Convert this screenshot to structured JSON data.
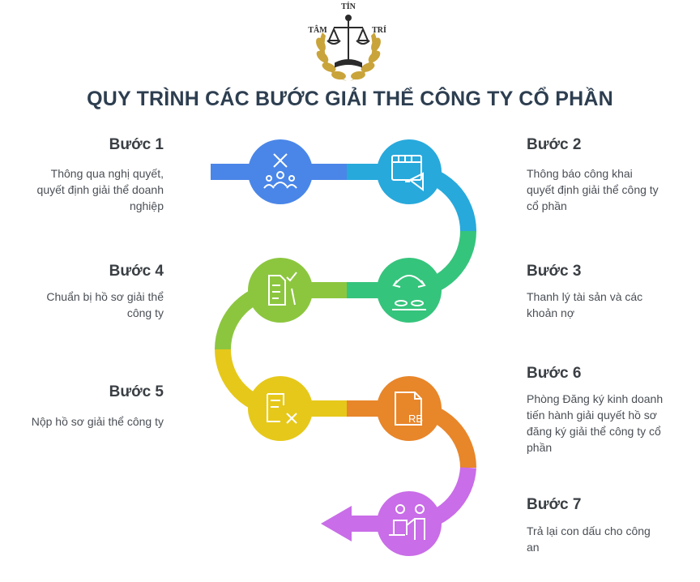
{
  "logo": {
    "text_top": "TÍN",
    "text_left": "TÂM",
    "text_right": "TRÍ",
    "colors": {
      "gold": "#c9a43a",
      "dark": "#2b2b2b"
    }
  },
  "title": "QUY TRÌNH CÁC BƯỚC GIẢI THỂ CÔNG TY CỔ PHẦN",
  "steps": [
    {
      "label": "Bước 1",
      "desc": [
        "Thông qua nghị quyết,",
        "quyết định giải thể doanh",
        "nghiệp"
      ],
      "color": "#4a86e8",
      "icon": "people-decision-icon"
    },
    {
      "label": "Bước 2",
      "desc": [
        "Thông báo công khai",
        "quyết định giải thể công ty",
        "cổ phần"
      ],
      "color": "#27a9dc",
      "icon": "announcement-board-icon"
    },
    {
      "label": "Bước 3",
      "desc": [
        "Thanh lý tài sản và các",
        "khoản nợ"
      ],
      "color": "#35c47c",
      "icon": "asset-liquidation-icon"
    },
    {
      "label": "Bước 4",
      "desc": [
        "Chuẩn bị hồ sơ giải thể",
        "công ty"
      ],
      "color": "#8cc63f",
      "icon": "checklist-document-icon"
    },
    {
      "label": "Bước 5",
      "desc": [
        "Nộp hồ sơ giải thể công ty"
      ],
      "color": "#e6c81a",
      "icon": "document-submit-icon"
    },
    {
      "label": "Bước 6",
      "desc": [
        "Phòng Đăng ký kinh doanh",
        "tiến hành giải quyết hồ sơ",
        "đăng ký giải thể công ty cổ",
        "phần"
      ],
      "color": "#e8862a",
      "icon": "registration-file-icon"
    },
    {
      "label": "Bước 7",
      "desc": [
        "Trả lại con dấu cho công",
        "an"
      ],
      "color": "#c96de8",
      "icon": "return-seal-icon"
    }
  ]
}
